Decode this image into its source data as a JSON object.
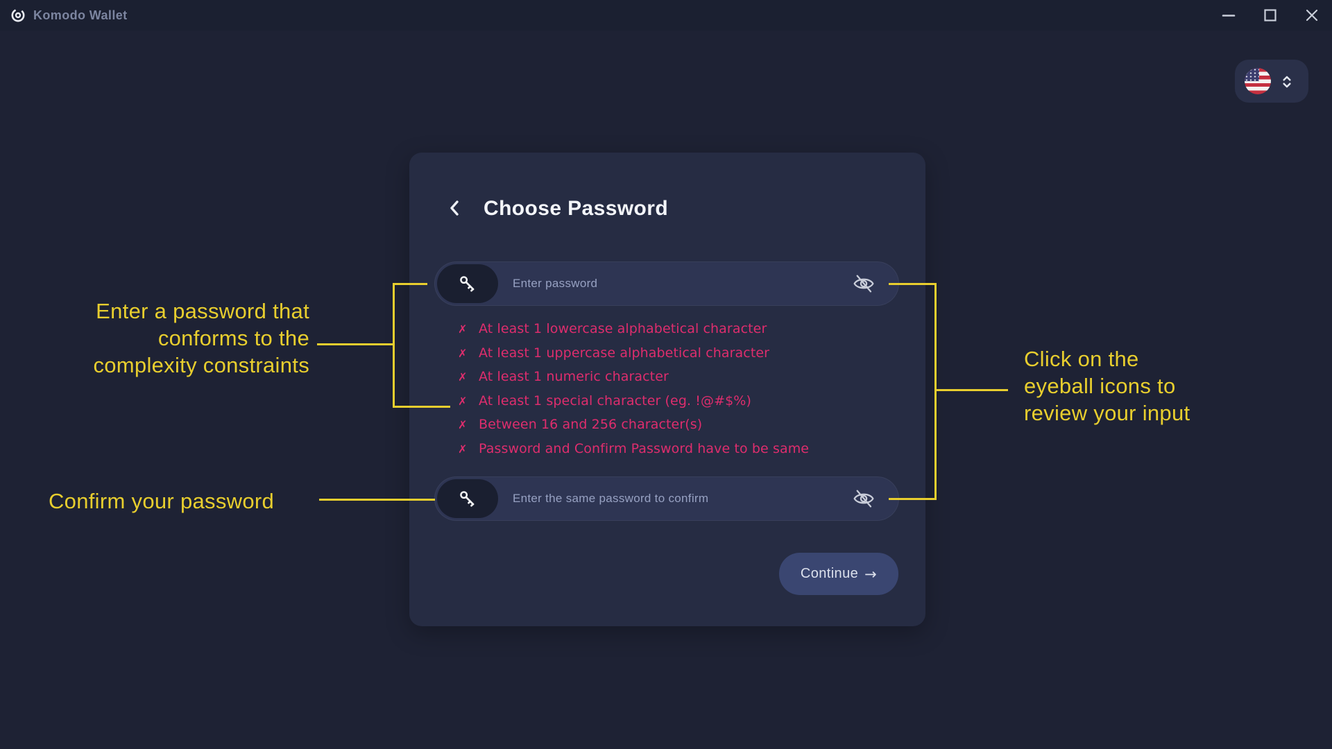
{
  "titlebar": {
    "app_name": "Komodo Wallet"
  },
  "dialog": {
    "title": "Choose Password",
    "password": {
      "placeholder": "Enter password",
      "value": ""
    },
    "confirm": {
      "placeholder": "Enter the same password to confirm",
      "value": ""
    },
    "requirement_mark": "✗",
    "requirements": [
      "At least 1 lowercase alphabetical character",
      "At least 1 uppercase alphabetical character",
      "At least 1 numeric character",
      "At least 1 special character (eg. !@#$%)",
      "Between 16 and 256 character(s)",
      "Password and Confirm Password have to be same"
    ],
    "continue_label": "Continue",
    "continue_arrow": "→"
  },
  "annotations": {
    "password_note": [
      "Enter a password that",
      "conforms to the",
      "complexity constraints"
    ],
    "confirm_note": "Confirm your password",
    "eyeball_note": [
      "Click on the",
      "eyeball icons to",
      "review your input"
    ]
  },
  "colors": {
    "background": "#1e2234",
    "titlebar": "#1b2031",
    "card": "#262c43",
    "input": "#2e3553",
    "error_pink": "#de2d6d",
    "accent_yellow": "#e8ce2e",
    "button": "#3a4671"
  }
}
